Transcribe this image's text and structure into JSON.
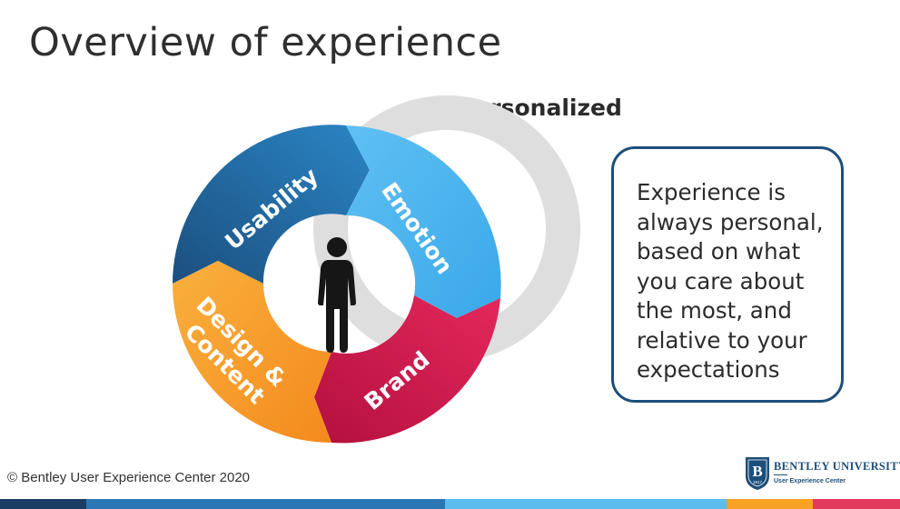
{
  "slide": {
    "title": "Overview of experience",
    "bullet": "Personalized",
    "callout": "Experience is always personal, based on what you care about the most, and relative to your expectations",
    "copyright": "© Bentley User Experience Center 2020"
  },
  "wheel": {
    "segments": [
      {
        "key": "usability",
        "label": "Usability",
        "color": "#1d6aa5"
      },
      {
        "key": "emotion",
        "label": "Emotion",
        "color": "#54b8f0"
      },
      {
        "key": "brand",
        "label": "Brand",
        "color": "#d0124a"
      },
      {
        "key": "design",
        "label_line1": "Design &",
        "label_line2": "Content",
        "color": "#f7a125"
      }
    ],
    "ring_color": "#dedede",
    "center_icon": "person-icon"
  },
  "logo": {
    "name": "BENTLEY UNIVERSITY",
    "sub": "User Experience Center",
    "letter": "B",
    "year": "1917"
  },
  "colors": {
    "title": "#2f2f2f",
    "callout_border": "#1d4e7a",
    "footer": [
      "#1a3d63",
      "#2b77b6",
      "#5bbcee",
      "#f7a125",
      "#e23a5c"
    ]
  }
}
